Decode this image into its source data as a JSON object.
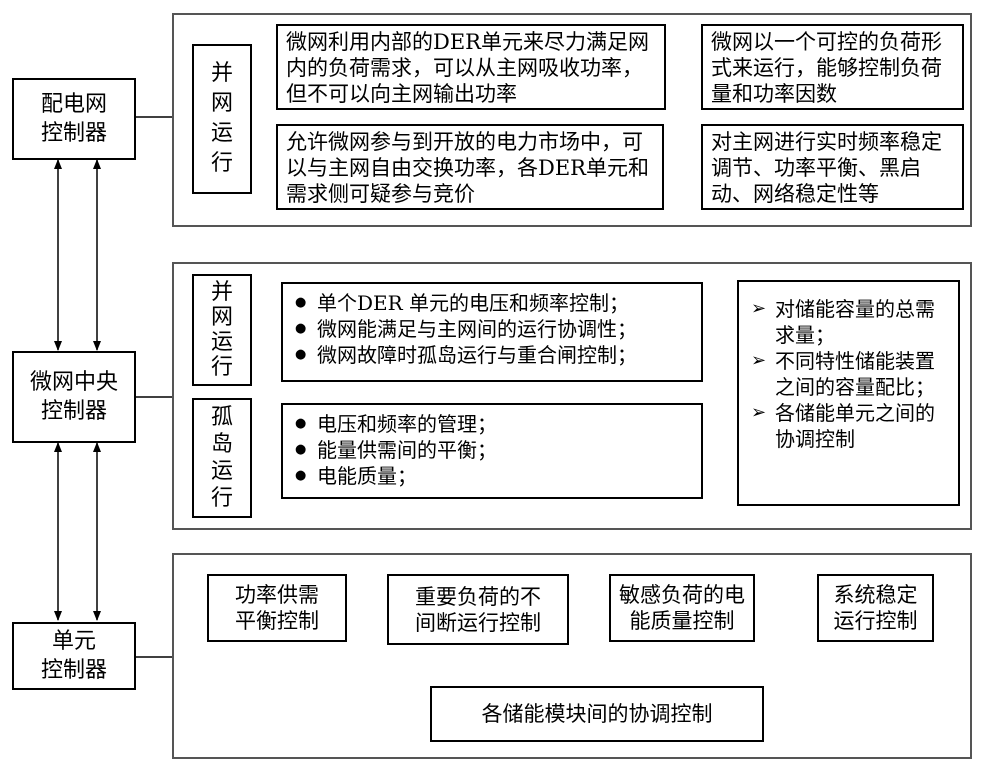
{
  "left_controllers": {
    "distribution": "配电网\n控制器",
    "central": "微网中央\n控制器",
    "unit": "单元\n控制器"
  },
  "panel1": {
    "mode_label": [
      "并",
      "网",
      "运",
      "行"
    ],
    "text_top_left": "微网利用内部的DER单元来尽力满足网内的负荷需求，可以从主网吸收功率，但不可以向主网输出功率",
    "text_top_right": "微网以一个可控的负荷形式来运行，能够控制负荷量和功率因数",
    "text_bottom_left": "允许微网参与到开放的电力市场中，可以与主网自由交换功率，各DER单元和需求侧可疑参与竞价",
    "text_bottom_right": "对主网进行实时频率稳定调节、功率平衡、黑启动、网络稳定性等"
  },
  "panel2": {
    "mode_grid": [
      "并",
      "网",
      "运",
      "行"
    ],
    "mode_island": [
      "孤",
      "岛",
      "运",
      "行"
    ],
    "grid_items": [
      "单个DER 单元的电压和频率控制；",
      "微网能满足与主网间的运行协调性；",
      "微网故障时孤岛运行与重合闸控制；"
    ],
    "island_items": [
      "电压和频率的管理；",
      "能量供需间的平衡；",
      "电能质量；"
    ],
    "storage_items": [
      "对储能容量的总需求量；",
      "不同特性储能装置之间的容量配比；",
      "各储能单元之间的协调控制"
    ]
  },
  "panel3": {
    "boxes": [
      "功率供需\n平衡控制",
      "重要负荷的不\n间断运行控制",
      "敏感负荷的电\n能质量控制",
      "系统稳定\n运行控制"
    ],
    "bottom": "各储能模块间的协调控制"
  }
}
